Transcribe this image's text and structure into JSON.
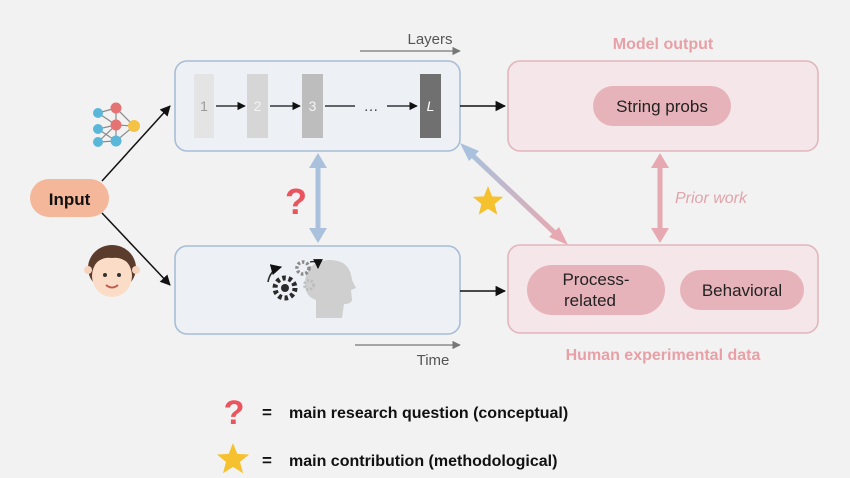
{
  "input": {
    "label": "Input"
  },
  "model": {
    "axis_label": "Layers",
    "layers": [
      "1",
      "2",
      "3",
      "…",
      "L"
    ]
  },
  "brain": {
    "axis_label": "Time"
  },
  "model_output": {
    "title": "Model output",
    "item": "String probs"
  },
  "prior_work_label": "Prior work",
  "human_data": {
    "title": "Human experimental data",
    "process_line1": "Process-",
    "process_line2": "related",
    "behavioral": "Behavioral"
  },
  "legend": {
    "equals": "=",
    "question": "main research question (conceptual)",
    "contribution": "main contribution (methodological)"
  },
  "colors": {
    "model_box_fill": "#edf1f5",
    "model_box_stroke": "#a8bdd6",
    "output_box_fill": "#f5e7e9",
    "output_box_stroke": "#e2b6bd",
    "pill_fill": "#e7b3ba",
    "input_pill": "#f5b79a",
    "title_pink": "#e8a0a7",
    "arrow_blue": "#a9c1dc",
    "arrow_pink": "#e6a9b1",
    "question_red": "#e9545e",
    "star_yellow": "#f5c12e"
  }
}
